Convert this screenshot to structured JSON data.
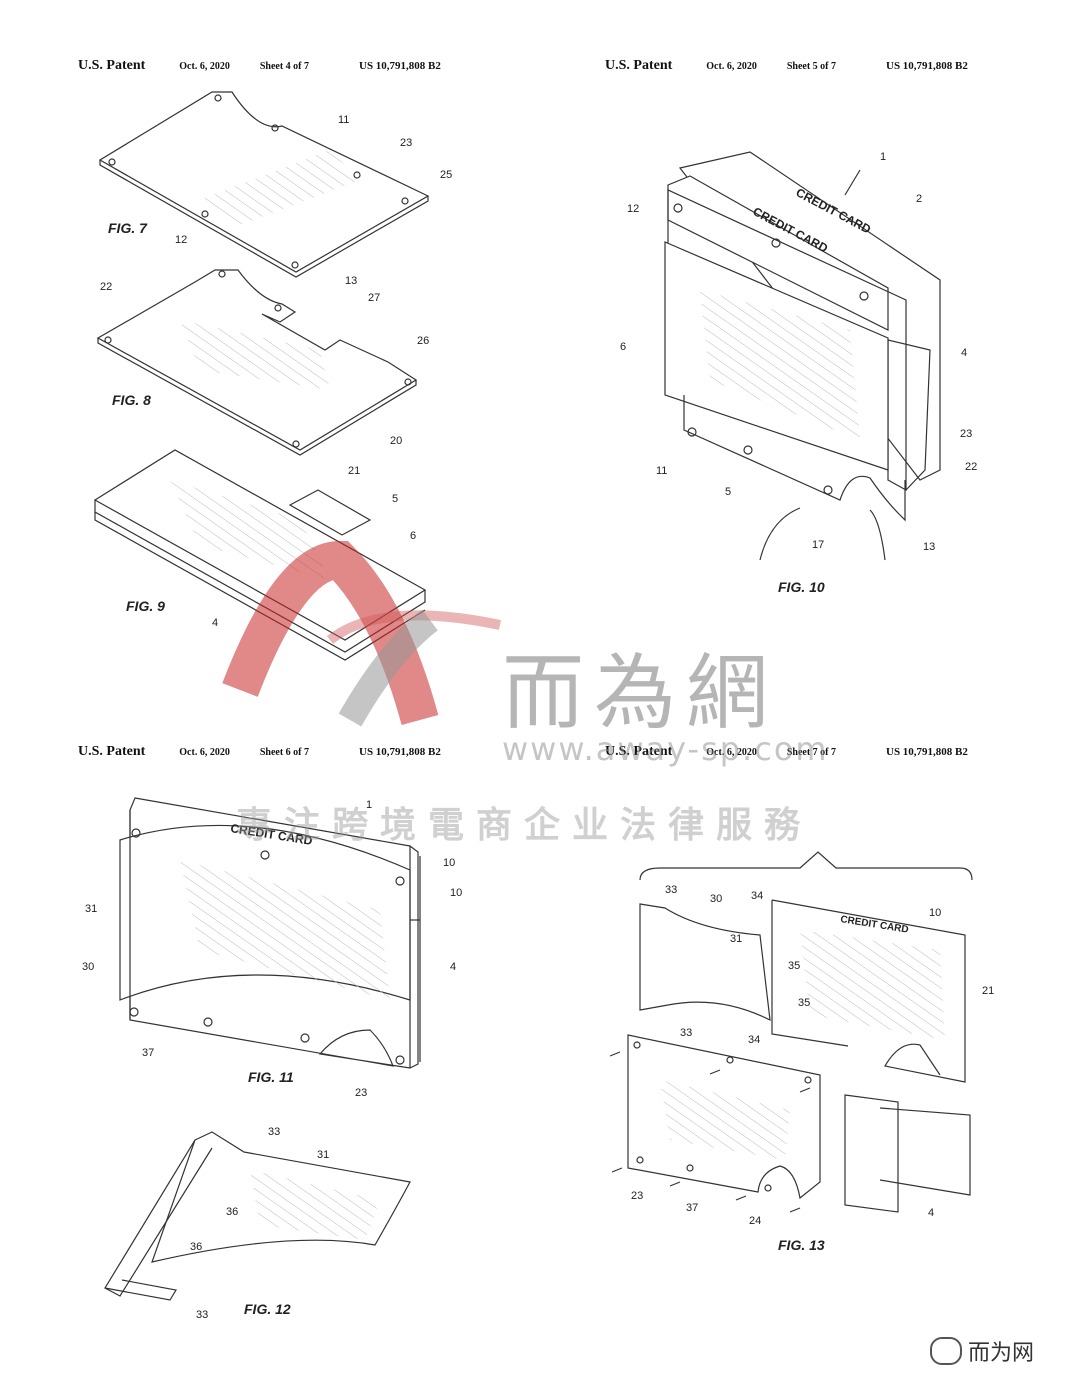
{
  "sheets": [
    {
      "patent": "U.S. Patent",
      "date": "Oct. 6, 2020",
      "sheet": "Sheet 4 of 7",
      "number": "US 10,791,808 B2"
    },
    {
      "patent": "U.S. Patent",
      "date": "Oct. 6, 2020",
      "sheet": "Sheet 5 of 7",
      "number": "US 10,791,808 B2"
    },
    {
      "patent": "U.S. Patent",
      "date": "Oct. 6, 2020",
      "sheet": "Sheet 6 of 7",
      "number": "US 10,791,808 B2"
    },
    {
      "patent": "U.S. Patent",
      "date": "Oct. 6, 2020",
      "sheet": "Sheet 7 of 7",
      "number": "US 10,791,808 B2"
    }
  ],
  "figures": {
    "fig7": "FIG. 7",
    "fig8": "FIG. 8",
    "fig9": "FIG. 9",
    "fig10": "FIG. 10",
    "fig11": "FIG. 11",
    "fig12": "FIG. 12",
    "fig13": "FIG. 13"
  },
  "card_text": "CREDIT CARD",
  "watermark": {
    "brand_cn": "而為網",
    "url": "www.away-sp.com",
    "tagline": "專注跨境電商企业法律服務"
  },
  "badge_text": "而为网"
}
